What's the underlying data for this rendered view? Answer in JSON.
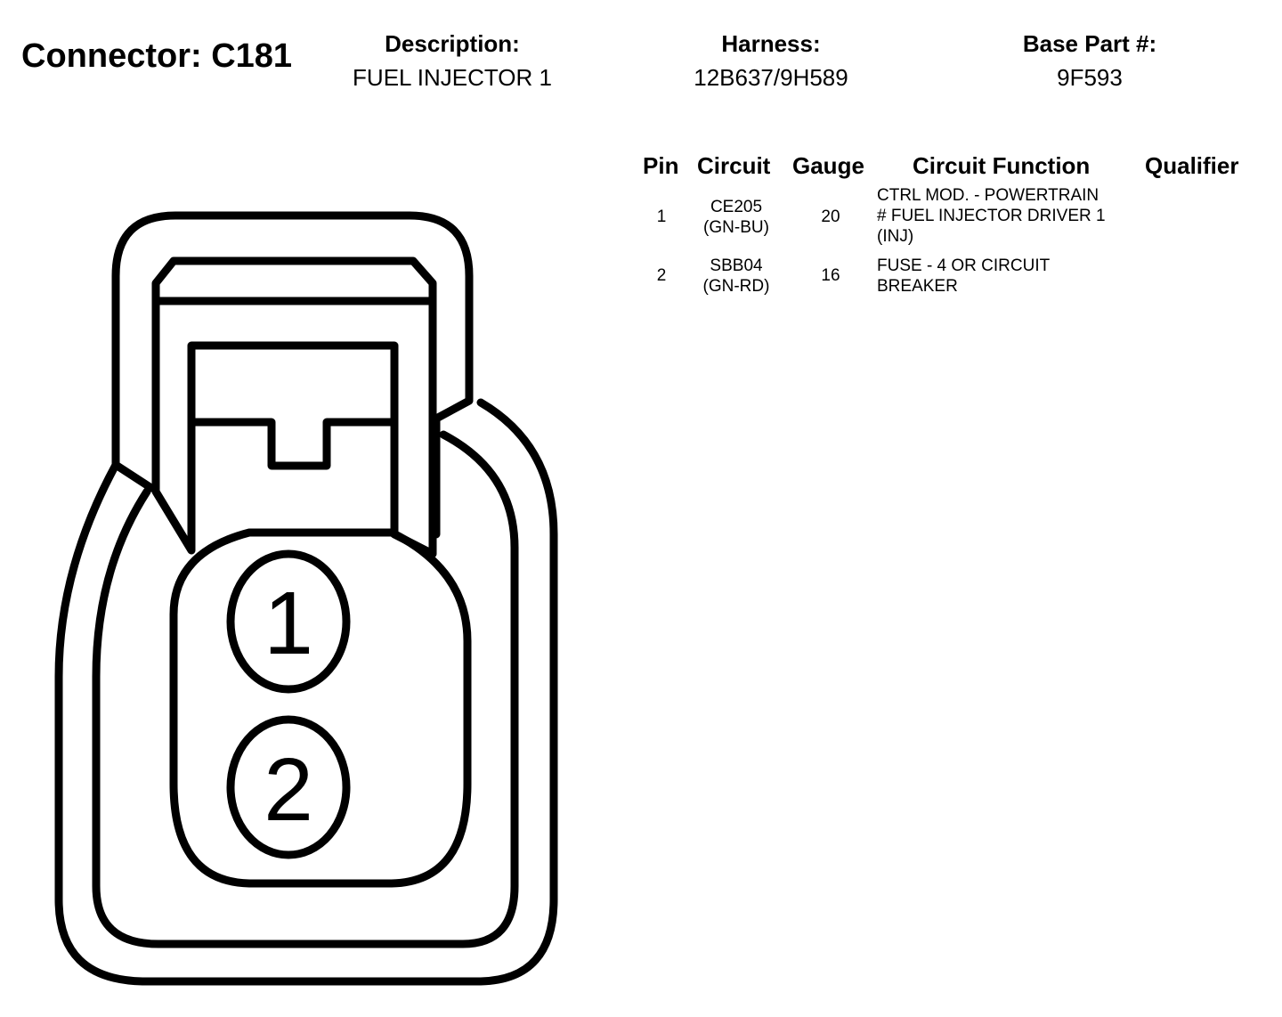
{
  "connector": {
    "label": "Connector: C181"
  },
  "header": {
    "description_label": "Description:",
    "description_value": "FUEL INJECTOR 1",
    "harness_label": "Harness:",
    "harness_value": "12B637/9H589",
    "base_part_label": "Base Part #:",
    "base_part_value": "9F593"
  },
  "table": {
    "columns": [
      "Pin",
      "Circuit",
      "Gauge",
      "Circuit Function",
      "Qualifier"
    ],
    "rows": [
      {
        "pin": "1",
        "circuit_line1": "CE205",
        "circuit_line2": "(GN-BU)",
        "gauge": "20",
        "function_lines": [
          "CTRL MOD. - POWERTRAIN",
          "# FUEL INJECTOR DRIVER 1",
          "(INJ)"
        ],
        "qualifier": ""
      },
      {
        "pin": "2",
        "circuit_line1": "SBB04",
        "circuit_line2": "(GN-RD)",
        "gauge": "16",
        "function_lines": [
          "FUSE - 4 OR CIRCUIT",
          "BREAKER"
        ],
        "qualifier": ""
      }
    ]
  },
  "diagram": {
    "pins": [
      "1",
      "2"
    ]
  }
}
